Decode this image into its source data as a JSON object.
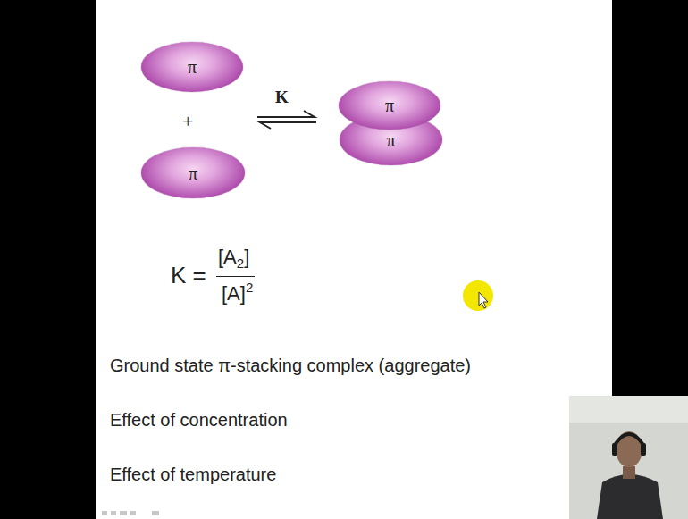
{
  "diagram": {
    "nodes": [
      {
        "text": [
          "π"
        ]
      },
      {
        "text": [
          "π"
        ]
      },
      {
        "text": [
          "π"
        ]
      },
      {
        "text": [
          "π"
        ]
      }
    ],
    "labels": [
      "+",
      "K",
      "K =",
      "[A",
      "2",
      "]",
      "[A]",
      "2",
      "Ground state π-stacking complex (aggregate)",
      "Effect of concentration",
      "Effect of temperature"
    ]
  }
}
